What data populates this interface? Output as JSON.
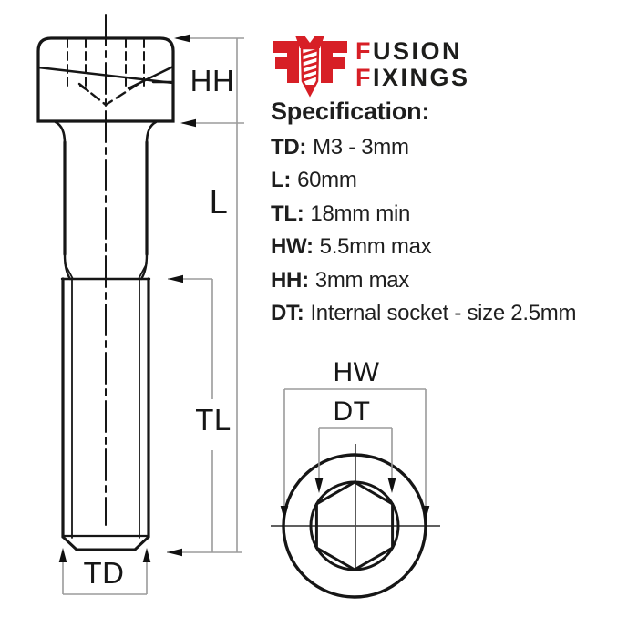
{
  "logo": {
    "line1": {
      "first_letter": "F",
      "rest": "USION"
    },
    "line2": {
      "first_letter": "F",
      "rest": "IXINGS"
    },
    "accent_color": "#d71f26",
    "text_color": "#1d1d1b"
  },
  "specification": {
    "heading": "Specification:",
    "rows": [
      {
        "label": "TD:",
        "value": "M3 - 3mm"
      },
      {
        "label": "L:",
        "value": "60mm"
      },
      {
        "label": "TL:",
        "value": "18mm min"
      },
      {
        "label": "HW:",
        "value": "5.5mm max"
      },
      {
        "label": "HH:",
        "value": "3mm max"
      },
      {
        "label": "DT:",
        "value": "Internal socket - size 2.5mm"
      }
    ]
  },
  "diagram": {
    "labels": {
      "head_height": "HH",
      "length": "L",
      "thread_length": "TL",
      "thread_diameter": "TD",
      "head_width": "HW",
      "socket_size": "DT"
    },
    "colors": {
      "line": "#161616",
      "dimension_line": "#9b9b9b",
      "arrow": "#111111",
      "background": "#ffffff"
    }
  }
}
